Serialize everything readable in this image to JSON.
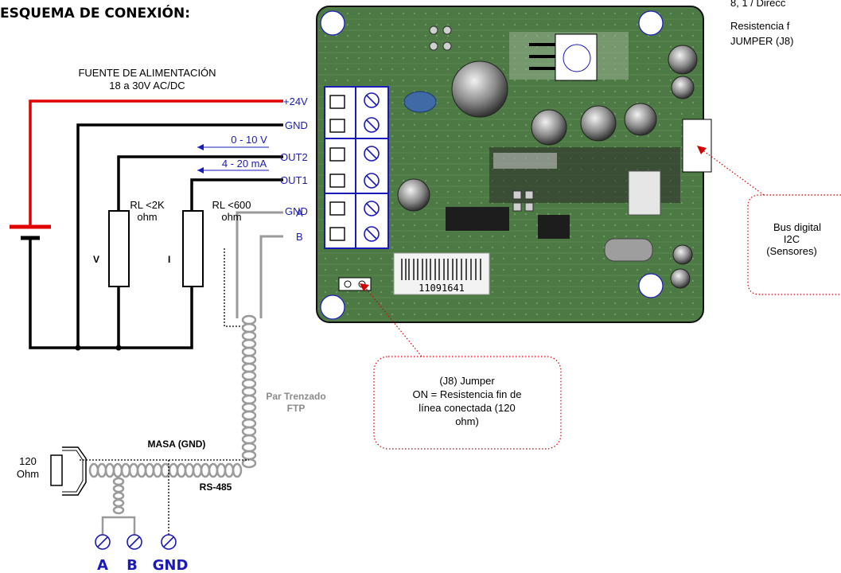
{
  "title": "ESQUEMA DE CONEXIÓN:",
  "power_supply": {
    "line1": "FUENTE DE ALIMENTACIÓN",
    "line2": "18 a 30V AC/DC"
  },
  "terminals": [
    "+24V",
    "GND",
    "OUT2",
    "OUT1",
    "GND",
    "A",
    "B"
  ],
  "outputs": {
    "voltage_range": "0 - 10 V",
    "current_range": "4 - 20 mA"
  },
  "loads": {
    "rl_v_line1": "RL <2K",
    "rl_v_line2": "ohm",
    "v_label": "V",
    "rl_i_line1": "RL <600",
    "rl_i_line2": "ohm",
    "i_label": "I"
  },
  "twisted_pair": {
    "line1": "Par Trenzado",
    "line2": "FTP"
  },
  "bus": {
    "masa": "MASA (GND)",
    "rs485": "RS-485",
    "term_res_line1": "120",
    "term_res_line2": "Ohm"
  },
  "bottom_terminals": {
    "a": "A",
    "b": "B",
    "gnd": "GND"
  },
  "jumper_note": {
    "line1": "(J8) Jumper",
    "line2": "ON = Resistencia fin de",
    "line3": "línea conectada (120",
    "line4": "ohm)"
  },
  "i2c_note": {
    "line1": "Bus digital",
    "line2": "I2C",
    "line3": "(Sensores)"
  },
  "pcb_barcode": "11091641",
  "top_right_text": {
    "line1": "8, 1 / Direcc",
    "line2": "Resistencia f",
    "line3": "JUMPER (J8)"
  },
  "colors": {
    "power": "#e00000",
    "wire": "#000000",
    "blue": "#1a1ab8",
    "pcb": "#4e7a45",
    "note_border": "#d00000"
  }
}
